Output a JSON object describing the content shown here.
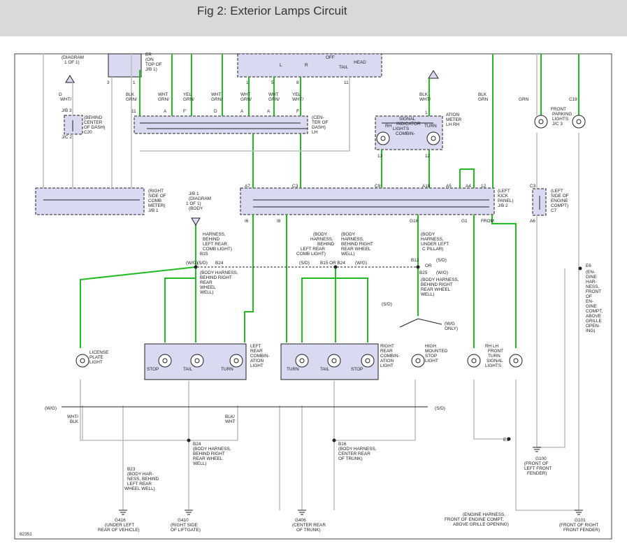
{
  "header": {
    "title": "Fig 2: Exterior Lamps Circuit"
  },
  "figure_id": "82351",
  "colors": {
    "green": "#22bb22",
    "white": "#c0c0c0",
    "box": "#d9d9f2",
    "header": "#d9d9d9"
  },
  "labels": [
    "(DIAGRAM",
    "1 OF 1)",
    "ER",
    "(ON",
    "TOP OF",
    "J/B 1)",
    "OFF",
    "HEAD",
    "TAIL",
    "L",
    "R",
    "3",
    "1",
    "1",
    "5",
    "8",
    "11",
    "1",
    "12",
    "13",
    "11",
    "A",
    "F",
    "D",
    "A",
    "A",
    "F",
    "D",
    "WHT/",
    "BLK",
    "GRN/",
    "WHT",
    "GRN/",
    "YEL",
    "GRN/",
    "WHT",
    "GRN/",
    "WHT",
    "GRN/",
    "WHT",
    "GRN/",
    "YEL",
    "WHT/",
    "BLK",
    "WHT/",
    "BLK",
    "GRN",
    "GRN",
    "C19",
    "J/B 3",
    "(BEHIND",
    "CENTER",
    "OF DASH)",
    "C20",
    "J/C 2",
    "(CEN-",
    "TER OF",
    "DASH)",
    "LH",
    "RH",
    "TURN",
    "SIGNAL",
    "INDICATOR",
    "LIGHTS",
    "COMBIN-",
    "ATION",
    "METER",
    "LH RH",
    "FRONT",
    "PARKING",
    "LIGHTS",
    "J/C 3",
    "(RIGHT",
    "SIDE OF",
    "COMB",
    "METER)",
    "J/B 1",
    "(LEFT",
    "KICK",
    "PANEL)",
    "J/B 2",
    "(LEFT",
    "SIDE OF",
    "ENGINE",
    "COMPT)",
    "C7",
    "C3",
    "A6",
    "A7",
    "C3",
    "C9",
    "A18",
    "A5",
    "A4",
    "12",
    "I6",
    "I8",
    "G16",
    "G1",
    "FROM",
    "J/B 1",
    "(DIAGRAM",
    "1 OF 1)",
    "(BODY",
    "HARNESS,",
    "BEHIND",
    "LEFT REAR",
    "COMB LIGHT)",
    "B15",
    "(S/D)",
    "(W/G)",
    "B24",
    "(BODY HARNESS,",
    "BEHIND RIGHT",
    "REAR",
    "WHEEL",
    "WELL)",
    "(BODY",
    "HARNESS,",
    "BEHIND",
    "LEFT REAR",
    "COMB LIGHT)",
    "(S/D)",
    "B15 OR B24",
    "(W/G)",
    "(BODY",
    "HARNESS,",
    "BEHIND RIGHT",
    "REAR WHEEL",
    "WELL)",
    "(BODY",
    "HARNESS,",
    "UNDER LEFT",
    "C PILLAR)",
    "B12",
    "(S/D)",
    "OR",
    "B25",
    "(W/G)",
    "(BODY HARNESS,",
    "BEHIND RIGHT",
    "REAR WHEEL",
    "WELL)",
    "E6",
    "(EN-",
    "GINE",
    "HAR-",
    "NESS,",
    "FRONT",
    "OF",
    "EN-",
    "GINE",
    "COMPT,",
    "ABOVE",
    "GRILLE",
    "OPEN-",
    "ING)",
    "(S/D)",
    "(W/G",
    "ONLY)",
    "LICENSE",
    "PLATE",
    "LIGHT",
    "STOP",
    "TAIL",
    "TURN",
    "LEFT",
    "REAR",
    "COMBIN-",
    "ATION",
    "LIGHT",
    "TURN",
    "TAIL",
    "STOP",
    "RIGHT",
    "REAR",
    "COMBIN-",
    "ATION",
    "LIGHT",
    "HIGH",
    "MOUNTED",
    "STOP",
    "LIGHT",
    "RH LH",
    "FRONT",
    "TURN",
    "SIGNAL",
    "LIGHTS",
    "(W/G)",
    "(S/D)",
    "WHT/",
    "BLK",
    "BLK/",
    "WHT",
    "B24",
    "(BODY HARNESS,",
    "BEHIND RIGHT",
    "REAR WHEEL",
    "WELL)",
    "B16",
    "(BODY HARNESS,",
    "CENTER REAR",
    "OF TRUNK)",
    "B23",
    "(BODY HAR-",
    "NESS, BEHIND",
    "LEFT REAR",
    "WHEEL WELL)",
    "E1",
    "G100",
    "(FRONT OF",
    "LEFT FRONT",
    "FENDER)",
    "G416",
    "(UNDER LEFT",
    "REAR OF VEHICLE)",
    "G410",
    "(RIGHT SIDE",
    "OF LIFTGATE)",
    "G406",
    "(CENTER REAR",
    "OF TRUNK)",
    "(ENGINE HARNESS,",
    "FRONT OF ENGINE COMPT,",
    "ABOVE GRILLE OPENING)",
    "G101",
    "(FRONT OF RIGHT",
    "FRONT FENDER)"
  ]
}
